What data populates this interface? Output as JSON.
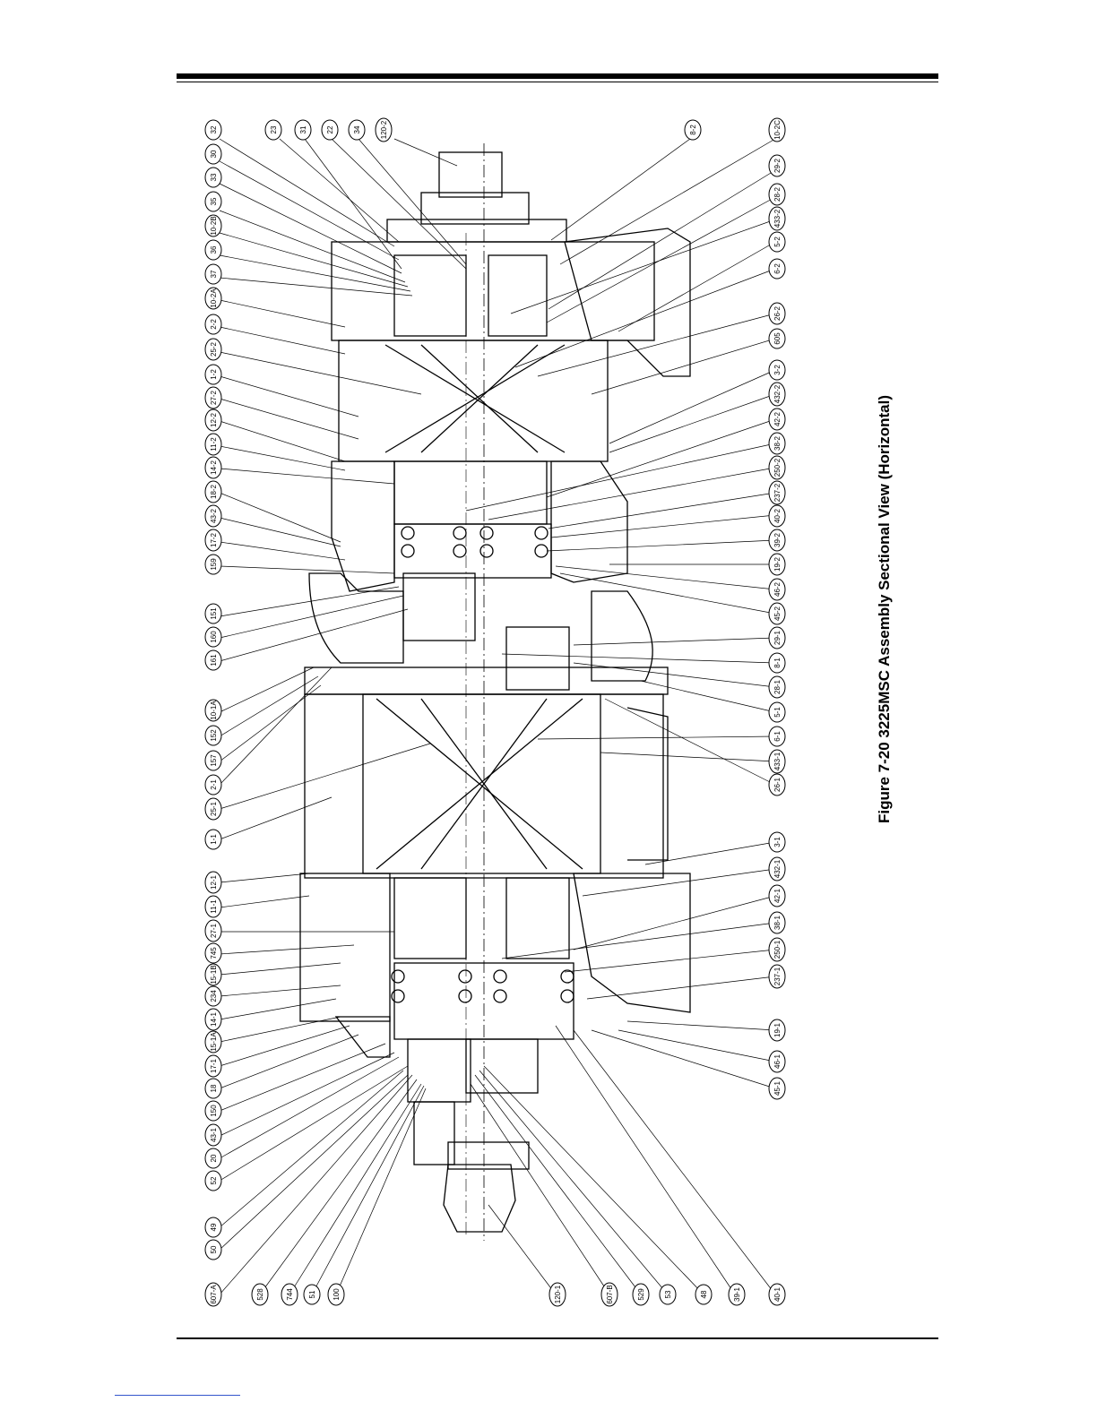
{
  "figure": {
    "caption": "Figure 7-20 3225MSC Assembly Sectional View (Horizontal)"
  },
  "callouts": {
    "left_column": [
      "32",
      "30",
      "33",
      "35",
      "10-2B",
      "36",
      "37",
      "10-2A",
      "2-2",
      "25-2",
      "1-2",
      "27-2",
      "12-2",
      "11-2",
      "14-2",
      "18-2",
      "43-2",
      "17-2",
      "159",
      "151",
      "160",
      "161",
      "10-1A",
      "152",
      "157",
      "2-1",
      "25-1",
      "1-1",
      "12-1",
      "11-1",
      "27-1",
      "745",
      "15-1B",
      "234",
      "14-1",
      "15-1A",
      "17-1",
      "18",
      "150",
      "43-1",
      "20",
      "52",
      "49",
      "50"
    ],
    "top_row": [
      "23",
      "31",
      "22",
      "34",
      "120-2",
      "8-2",
      "10-2C"
    ],
    "right_column": [
      "29-2",
      "28-2",
      "433-2",
      "5-2",
      "6-2",
      "26-2",
      "605",
      "3-2",
      "432-2",
      "42-2",
      "38-2",
      "250-2",
      "237-2",
      "40-2",
      "39-2",
      "19-2",
      "46-2",
      "45-2",
      "29-1",
      "8-1",
      "28-1",
      "5-1",
      "6-1",
      "433-1",
      "26-1",
      "3-1",
      "432-1",
      "42-1",
      "38-1",
      "250-1",
      "237-1",
      "19-1",
      "46-1",
      "45-1"
    ],
    "bottom_row": [
      "607-A",
      "528",
      "744",
      "51",
      "100",
      "120-1",
      "607-B",
      "529",
      "53",
      "48",
      "39-1",
      "40-1"
    ]
  },
  "colors": {
    "ink": "#000000",
    "link_rule": "#3355cc"
  }
}
